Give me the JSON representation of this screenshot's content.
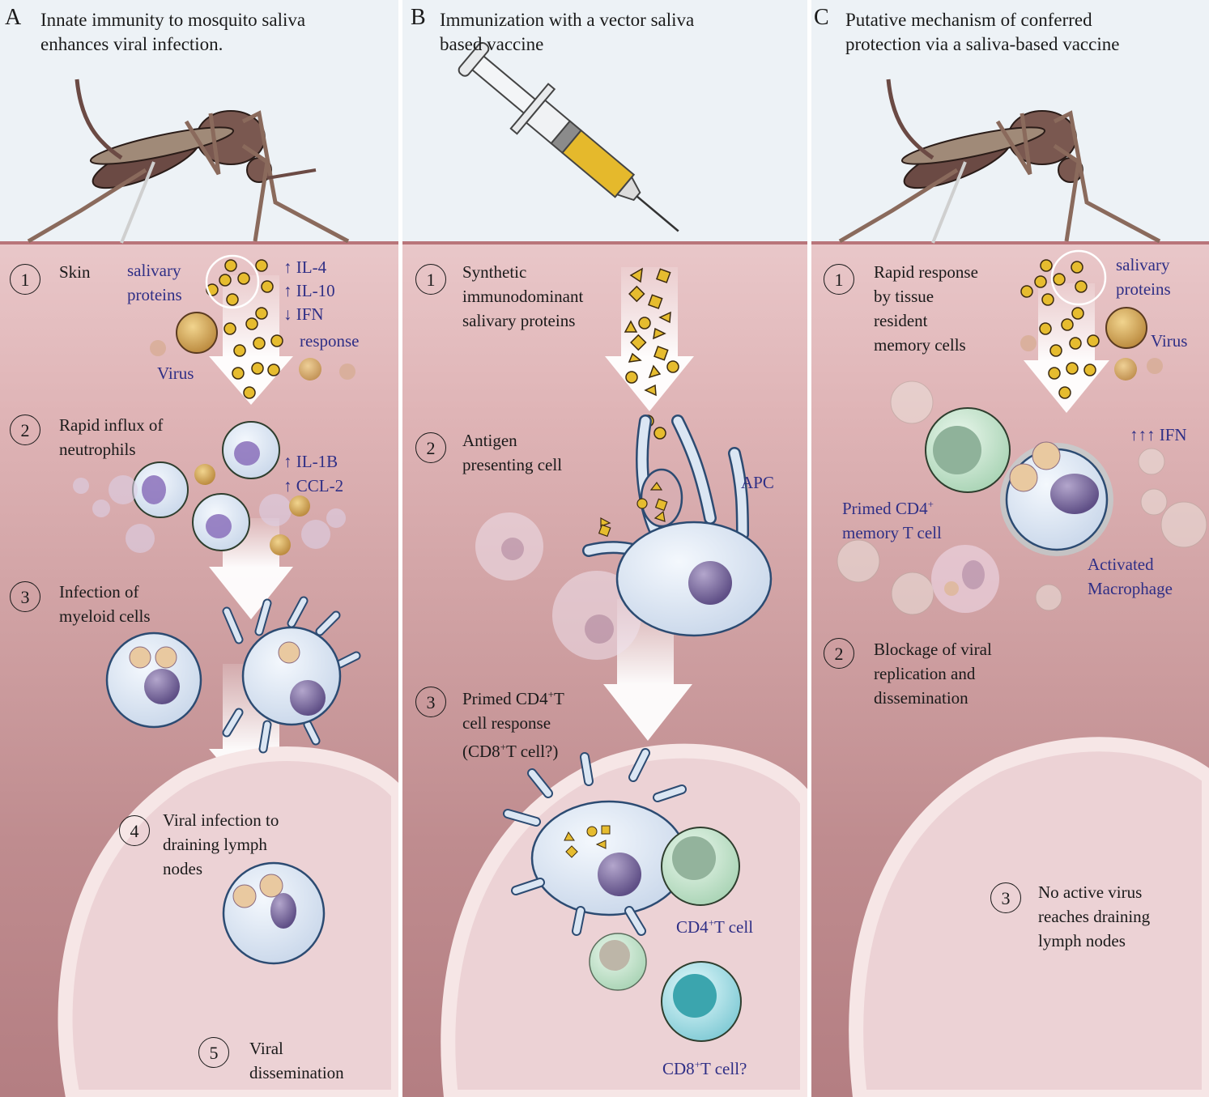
{
  "panels": [
    {
      "letter": "A",
      "title": "Innate immunity to mosquito saliva\nenhances viral infection.",
      "steps": [
        {
          "num": "1",
          "text": "Skin"
        },
        {
          "num": "2",
          "text": "Rapid influx of\nneutrophils"
        },
        {
          "num": "3",
          "text": "Infection of\nmyeloid cells"
        },
        {
          "num": "4",
          "text": "Viral infection to\ndraining lymph\nnodes"
        },
        {
          "num": "5",
          "text": "Viral\ndissemination"
        }
      ],
      "labels": {
        "salivary_proteins": "salivary\nproteins",
        "cytokines_1": "↑ IL-4\n↑ IL-10\n↓ IFN",
        "response": "response",
        "virus": "Virus",
        "cytokines_2": "↑ IL-1B\n↑ CCL-2"
      }
    },
    {
      "letter": "B",
      "title": "Immunization with a vector saliva\nbased vaccine",
      "steps": [
        {
          "num": "1",
          "text": "Synthetic\nimmunodominant\nsalivary proteins"
        },
        {
          "num": "2",
          "text": "Antigen\npresenting cell"
        },
        {
          "num": "3",
          "text_line1": "Primed CD4",
          "sup1": "+",
          "text_line1b": "T",
          "text_line2": "cell response",
          "text_line3a": "(CD8",
          "sup3": "+",
          "text_line3b": "T cell?)"
        }
      ],
      "labels": {
        "apc": "APC",
        "cd4_a": "CD4",
        "cd4_sup": "+",
        "cd4_b": "T cell",
        "cd8_a": "CD8",
        "cd8_sup": "+",
        "cd8_b": "T cell?"
      }
    },
    {
      "letter": "C",
      "title": "Putative mechanism of conferred\nprotection via a saliva-based vaccine",
      "steps": [
        {
          "num": "1",
          "text": "Rapid response\nby tissue\nresident\nmemory cells"
        },
        {
          "num": "2",
          "text": "Blockage of viral\nreplication and\ndissemination"
        },
        {
          "num": "3",
          "text": "No active virus\nreaches draining\nlymph nodes"
        }
      ],
      "labels": {
        "salivary_proteins": "salivary\nproteins",
        "virus": "Virus",
        "ifn": "↑↑↑ IFN",
        "primed_a": "Primed CD4",
        "primed_sup": "+",
        "primed_b": "memory T cell",
        "macrophage": "Activated\nMacrophage"
      }
    }
  ],
  "colors": {
    "sky": "#edf2f6",
    "skin": "#dfb4b6",
    "label_blue": "#2f2f86",
    "protein_gold": "#e2b52c",
    "cell_blue": "#dbe6f3",
    "nucleus": "#7a6a9c"
  }
}
